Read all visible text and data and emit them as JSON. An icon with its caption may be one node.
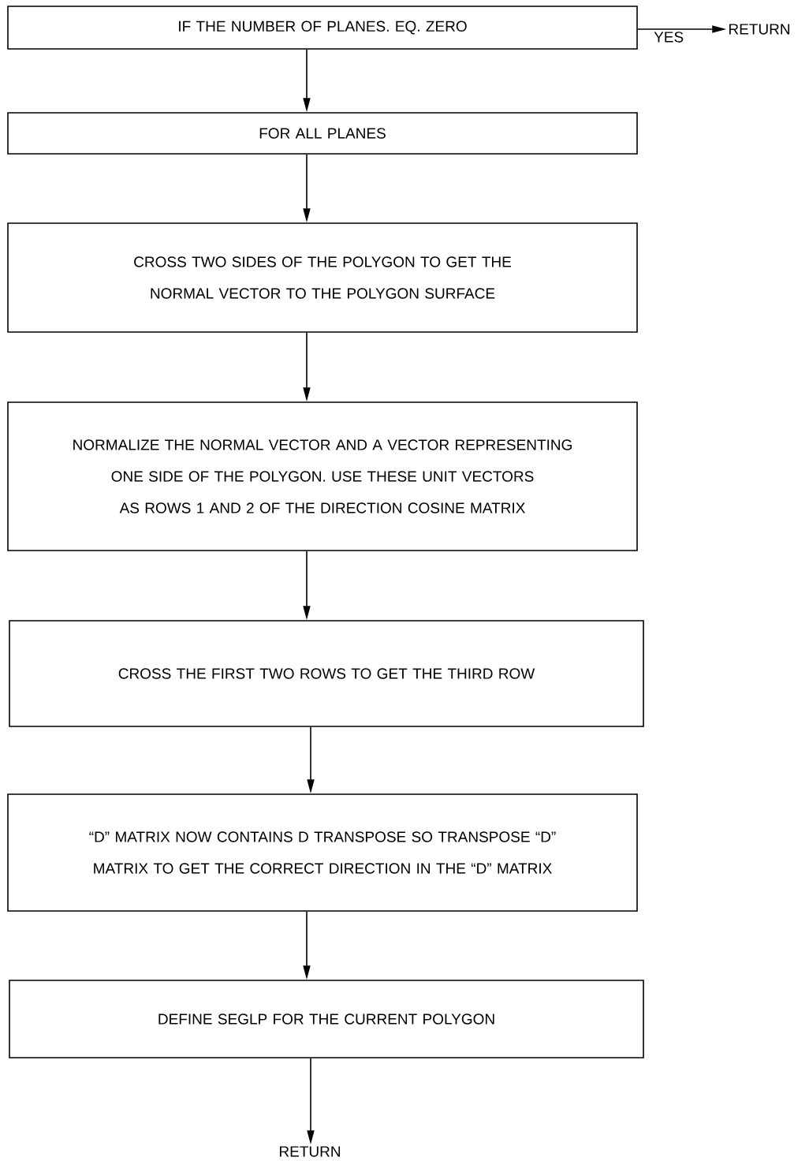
{
  "diagram": {
    "nodes": [
      {
        "text": [
          "IF THE NUMBER OF PLANES. EQ. ZERO"
        ]
      },
      {
        "text": [
          "RETURN"
        ]
      },
      {
        "text": [
          "FOR ALL PLANES"
        ]
      },
      {
        "text": [
          "CROSS TWO SIDES OF THE POLYGON TO GET THE NORMAL VECTOR TO THE POLYGON SURFACE"
        ]
      },
      {
        "text": [
          "NORMALIZE THE NORMAL VECTOR AND A VECTOR REPRESENTING ONE SIDE OF THE POLYGON. USE THESE UNIT VECTORS AS ROWS 1 AND 2 OF THE DIRECTION COSINE MATRIX"
        ]
      },
      {
        "text": [
          "CROSS THE FIRST TWO ROWS TO GET THE THIRD ROW"
        ]
      },
      {
        "text": [
          "“D” MATRIX NOW CONTAINS D TRANSPOSE SO TRANSPOSE “D” MATRIX TO GET THE CORRECT DIRECTION IN THE “D” MATRIX"
        ]
      },
      {
        "text": [
          "DEFINE SEGLP FOR THE CURRENT POLYGON"
        ]
      },
      {
        "text": [
          "RETURN"
        ]
      }
    ],
    "edges": [
      {
        "from": 0,
        "to": 1,
        "arrow": "to",
        "label": "YES"
      },
      {
        "from": 0,
        "to": 2,
        "arrow": "to"
      },
      {
        "from": 2,
        "to": 3,
        "arrow": "to"
      },
      {
        "from": 3,
        "to": 4,
        "arrow": "to"
      },
      {
        "from": 4,
        "to": 5,
        "arrow": "to"
      },
      {
        "from": 5,
        "to": 6,
        "arrow": "to"
      },
      {
        "from": 6,
        "to": 7,
        "arrow": "to"
      },
      {
        "from": 7,
        "to": 8,
        "arrow": "to"
      }
    ]
  }
}
